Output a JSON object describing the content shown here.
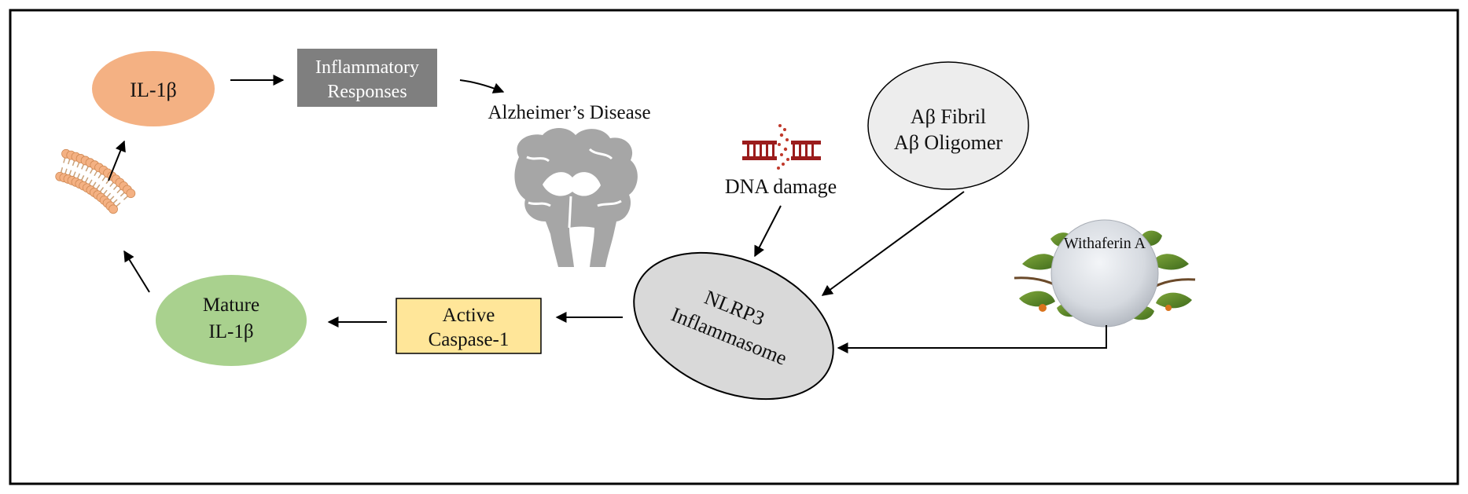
{
  "nodes": {
    "il1b": {
      "label": "IL-1β",
      "color": "#F4B183"
    },
    "inflammatory": {
      "line1": "Inflammatory",
      "line2": "Responses",
      "color": "#7F7F7F",
      "text_color": "#FFFFFF"
    },
    "alzheimers": {
      "label": "Alzheimer’s Disease",
      "icon": "brain-icon"
    },
    "dna_damage": {
      "label": "DNA damage",
      "icon": "dna-damage-icon"
    },
    "abeta": {
      "line1": "Aβ Fibril",
      "line2": "Aβ Oligomer",
      "color": "#EDEDED"
    },
    "withaferin": {
      "label": "Withaferin A",
      "icon": "withania-plant-icon"
    },
    "nlrp3": {
      "line1": "NLRP3",
      "line2": "Inflammasome",
      "color": "#D9D9D9"
    },
    "caspase": {
      "line1": "Active",
      "line2": "Caspase-1",
      "color": "#FFE699"
    },
    "mature": {
      "line1": "Mature",
      "line2": "IL-1β",
      "color": "#A9D18E"
    },
    "membrane": {
      "icon": "lipid-bilayer-icon",
      "color": "#F4B183"
    }
  },
  "colors": {
    "frame": "#000000",
    "arrow": "#000000"
  }
}
